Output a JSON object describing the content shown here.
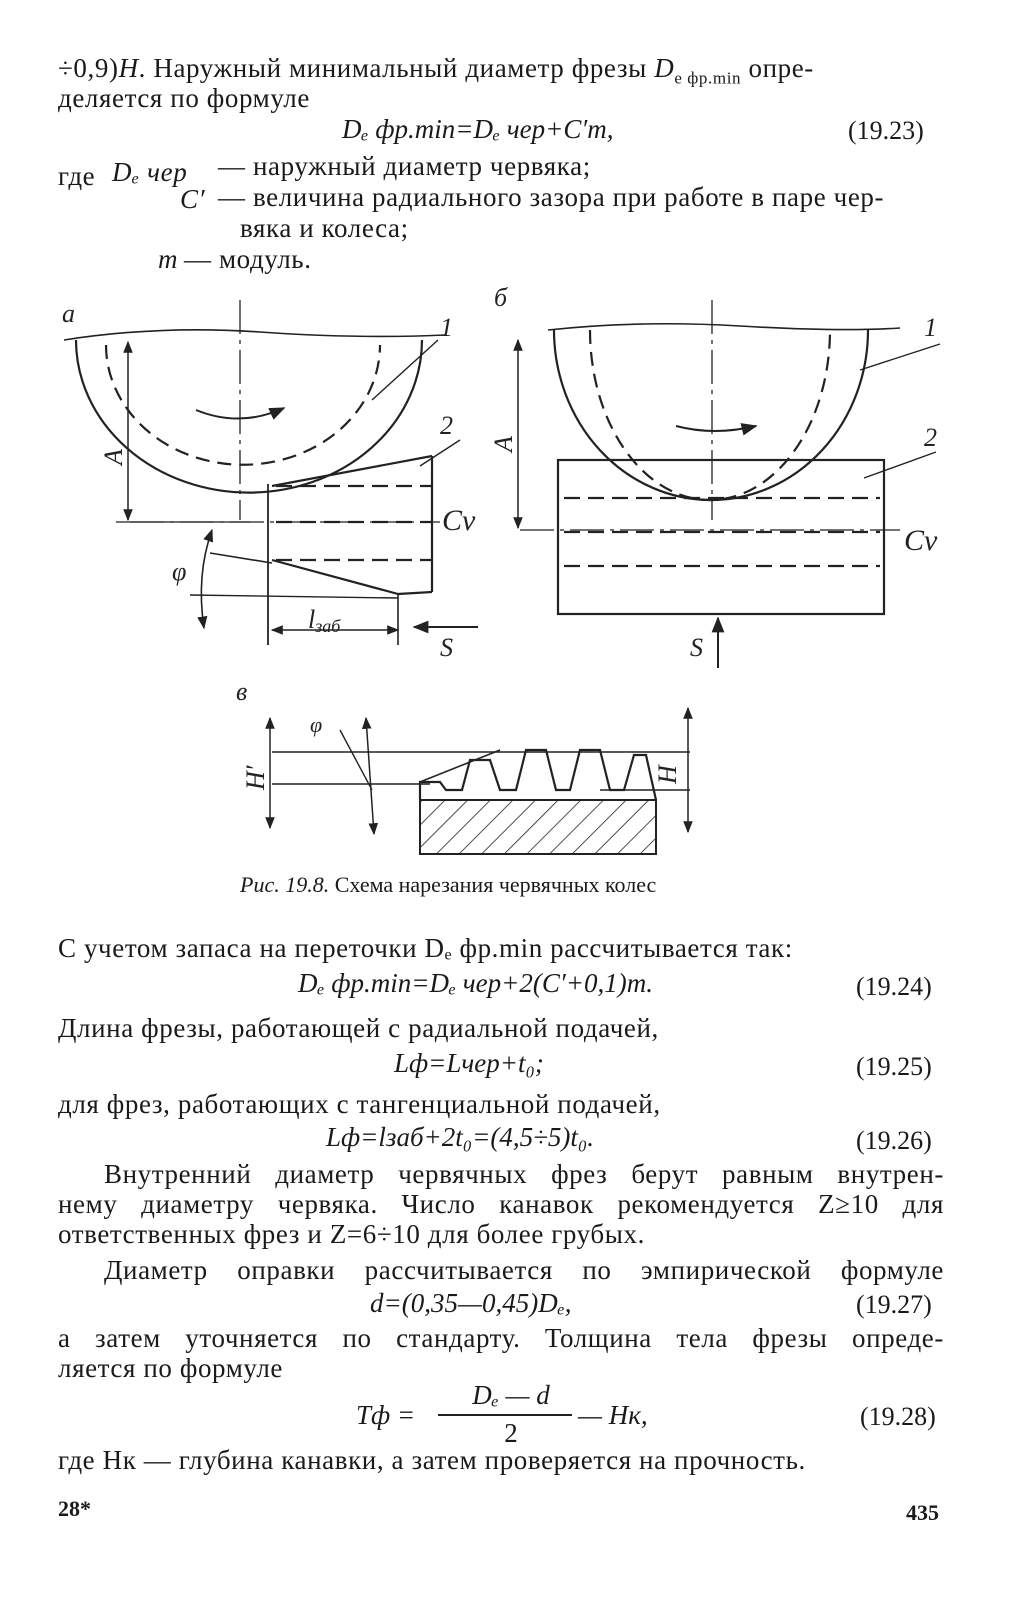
{
  "top": {
    "line1_start": "÷0,9)",
    "line1_H": "H",
    "line1_rest": ". Наружный минимальный диаметр фрезы ",
    "line1_sym": "D",
    "line1_sub": "e фр.min",
    "line1_end": " опре-",
    "line2": "деляется по формуле"
  },
  "eq1923": {
    "text": "Dₑ фр.min=Dₑ чер+C′m,",
    "number": "(19.23)"
  },
  "where": {
    "label": "где",
    "item1_sym": "Dₑ чер",
    "item1_text": "— наружный диаметр червяка;",
    "item2_sym": "C′",
    "item2_text_l1": "— величина радиального зазора при работе в паре чер-",
    "item2_text_l2": "вяка и колеса;",
    "item3_sym": "m",
    "item3_text": "— модуль."
  },
  "figure": {
    "label_a": "а",
    "label_b": "б",
    "label_v": "в",
    "num1": "1",
    "num2": "2",
    "A": "A",
    "Cv": "Cv",
    "phi": "φ",
    "lzab": "l",
    "lzab_sub": "заб",
    "S": "S",
    "Hprime": "H′",
    "H": "H",
    "caption_prefix": "Рис. 19.8.",
    "caption_text": "Схема нарезания червячных колес"
  },
  "para1": {
    "line1": "С учетом запаса на переточки Dₑ фр.min рассчитывается так:"
  },
  "eq1924": {
    "text": "Dₑ фр.min=Dₑ чер+2(C′+0,1)m.",
    "number": "(19.24)"
  },
  "para2": {
    "line1": "Длина фрезы, работающей с радиальной подачей,"
  },
  "eq1925": {
    "text": "Lф=Lчер+t₀;",
    "number": "(19.25)"
  },
  "para3": {
    "line1": "для фрез, работающих с тангенциальной подачей,"
  },
  "eq1926": {
    "text": "Lф=lзаб+2t₀=(4,5÷5)t₀.",
    "number": "(19.26)"
  },
  "para4": {
    "line1": "Внутренний диаметр червячных фрез берут равным внутрен-",
    "line2": "нему диаметру червяка. Число канавок рекомендуется Z≥10 для",
    "line3": "ответственных фрез и Z=6÷10 для более грубых."
  },
  "para5": {
    "line1": "Диаметр оправки рассчитывается по эмпирической формуле"
  },
  "eq1927": {
    "text": "d=(0,35—0,45)Dₑ,",
    "number": "(19.27)"
  },
  "para6": {
    "line1": "а затем уточняется по стандарту. Толщина тела фрезы опреде-",
    "line2": "ляется по формуле"
  },
  "eq1928": {
    "lhs": "Tф =",
    "numerator": "Dₑ — d",
    "denominator": "2",
    "rhs": "— Hк,",
    "number": "(19.28)"
  },
  "para7": {
    "line1": "где Hк — глубина канавки, а затем проверяется на прочность."
  },
  "footer": {
    "signature": "28*",
    "page_number": "435"
  }
}
